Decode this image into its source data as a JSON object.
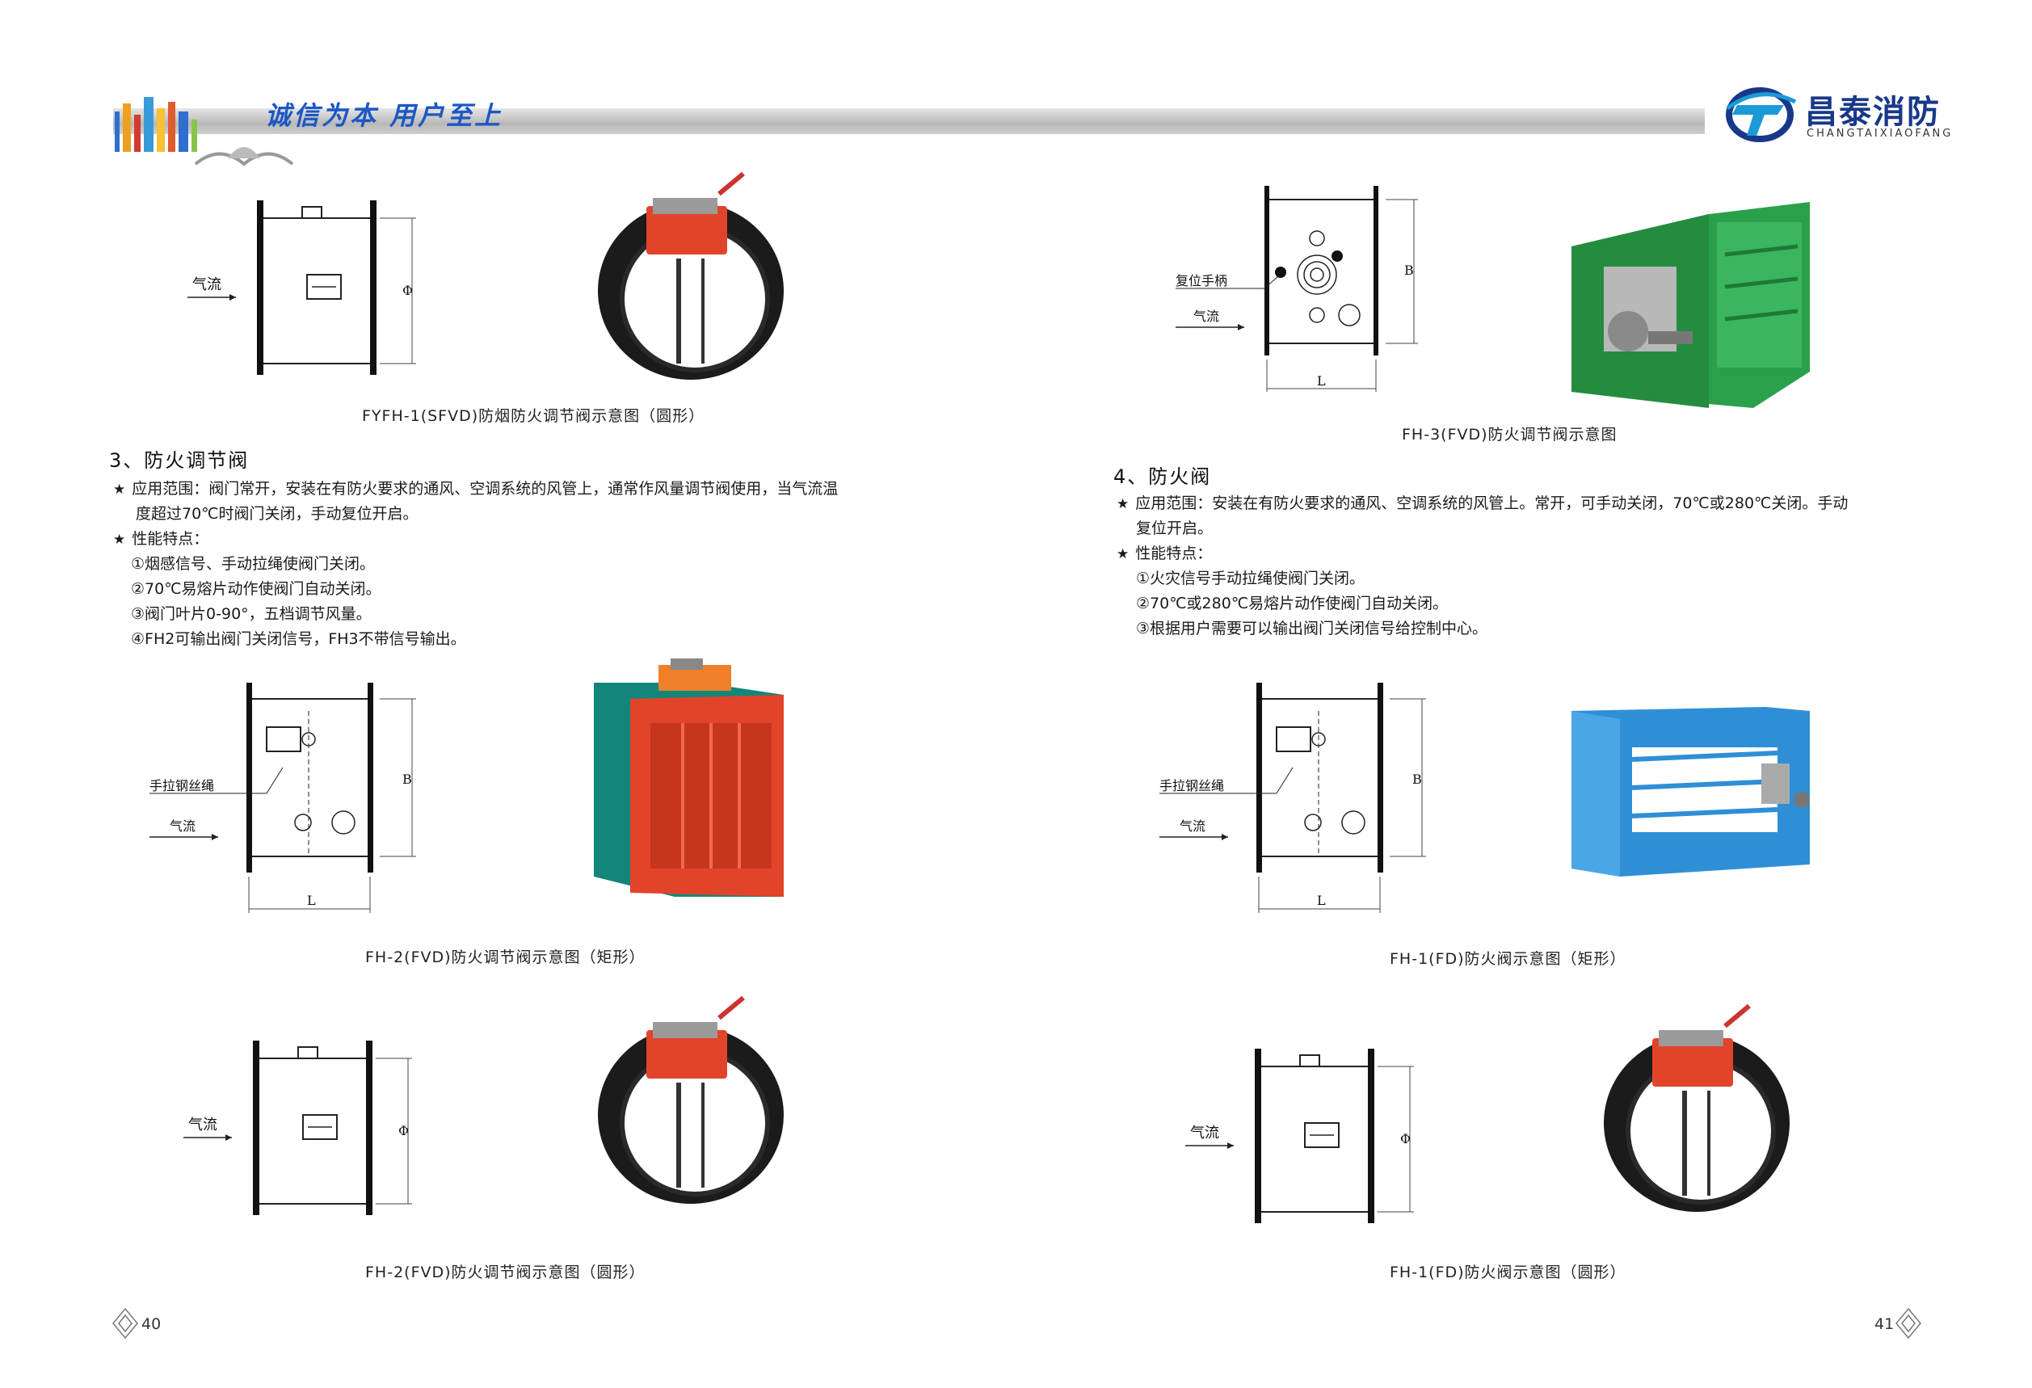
{
  "header": {
    "slogan": "诚信为本  用户至上",
    "logo_cn": "昌泰消防",
    "logo_en": "CHANGTAIXIAOFANG"
  },
  "left": {
    "caption_fyfh": "FYFH-1(SFVD)防烟防火调节阀示意图（圆形）",
    "section_title": "3、防火调节阀",
    "scope_line1": "应用范围：阀门常开，安装在有防火要求的通风、空调系统的风管上，通常作风量调节阀使用，当气流温",
    "scope_line2": "度超过70℃时阀门关闭，手动复位开启。",
    "features_title": "性能特点：",
    "features": [
      "①烟感信号、手动拉绳使阀门关闭。",
      "②70℃易熔片动作使阀门自动关闭。",
      "③阀门叶片0-90°，五档调节风量。",
      "④FH2可输出阀门关闭信号，FH3不带信号输出。"
    ],
    "caption_fh2_rect": "FH-2(FVD)防火调节阀示意图（矩形）",
    "caption_fh2_round": "FH-2(FVD)防火调节阀示意图（圆形）",
    "page_number": "40"
  },
  "right": {
    "caption_fh3": "FH-3(FVD)防火调节阀示意图",
    "section_title": "4、防火阀",
    "scope_line1": "应用范围：安装在有防火要求的通风、空调系统的风管上。常开，可手动关闭，70℃或280℃关闭。手动",
    "scope_line2": "复位开启。",
    "features_title": "性能特点：",
    "features": [
      "①火灾信号手动拉绳使阀门关闭。",
      "②70℃或280℃易熔片动作使阀门自动关闭。",
      "③根据用户需要可以输出阀门关闭信号给控制中心。"
    ],
    "caption_fh1_rect": "FH-1(FD)防火阀示意图（矩形）",
    "caption_fh1_round": "FH-1(FD)防火阀示意图（圆形）",
    "page_number": "41"
  },
  "diagram_labels": {
    "airflow": "气流",
    "phi": "Φ",
    "B": "B",
    "L": "L",
    "pull_wire": "手拉钢丝绳",
    "reset_handle": "复位手柄"
  },
  "colors": {
    "slogan": "#1d57c5",
    "logo": "#18388a",
    "red_valve": "#e2442a",
    "green_valve": "#2aa04a",
    "blue_valve": "#2f8fd6",
    "teal_valve": "#12867a"
  }
}
